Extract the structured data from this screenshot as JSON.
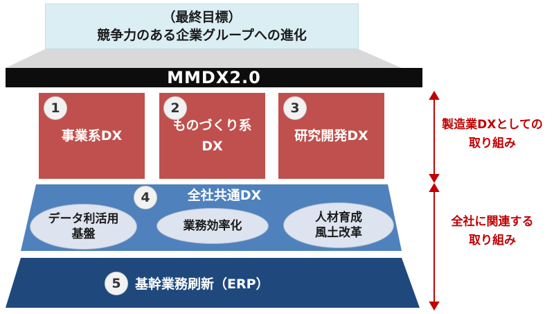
{
  "goal": {
    "line1": "（最終目標）",
    "line2": "競争力のある企業グループへの進化"
  },
  "platform": {
    "label": "MMDX2.0"
  },
  "pillars": [
    {
      "number": "1",
      "label": "事業系DX"
    },
    {
      "number": "2",
      "label_line1": "ものづくり系",
      "label_line2": "DX"
    },
    {
      "number": "3",
      "label": "研究開発DX"
    }
  ],
  "common": {
    "number": "4",
    "title": "全社共通DX",
    "items": [
      {
        "line1": "データ利活用",
        "line2": "基盤"
      },
      {
        "line1": "業務効率化"
      },
      {
        "line1": "人材育成",
        "line2": "風土改革"
      }
    ]
  },
  "erp": {
    "number": "5",
    "label": "基幹業務刷新（ERP）"
  },
  "side_labels": [
    {
      "line1": "製造業DXとしての",
      "line2": "取り組み"
    },
    {
      "line1": "全社に関連する",
      "line2": "取り組み"
    }
  ],
  "colors": {
    "goal_bg": "#dbeef4",
    "platform_bg": "#0d0d0d",
    "pillar_red": "#c0504d",
    "common_blue": "#4f81bd",
    "erp_navy": "#1f497d",
    "accent_red": "#c00000"
  }
}
